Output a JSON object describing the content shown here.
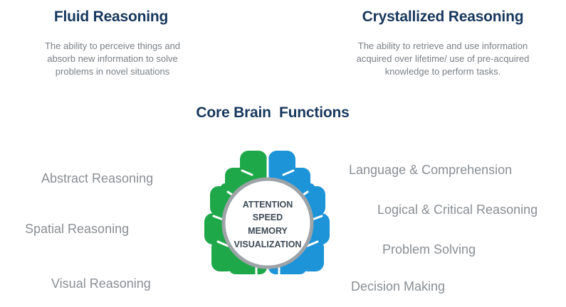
{
  "fluid": {
    "title": "Fluid Reasoning",
    "desc_lines": [
      "The ability to perceive things and",
      "absorb new information to solve",
      "problems in novel situations"
    ]
  },
  "crystallized": {
    "title": "Crystallized Reasoning",
    "desc_lines": [
      "The ability to retrieve and use information",
      "acquired over lifetime/ use of pre-acquired",
      "knowledge to perform tasks."
    ]
  },
  "core": {
    "title": "Core Brain  Functions",
    "center_words": [
      "ATTENTION",
      "SPEED",
      "MEMORY",
      "VISUALIZATION"
    ]
  },
  "left_functions": [
    "Abstract Reasoning",
    "Spatial Reasoning",
    "Visual Reasoning"
  ],
  "right_functions": [
    "Language & Comprehension",
    "Logical & Critical Reasoning",
    "Problem Solving",
    "Decision Making"
  ],
  "colors": {
    "heading": "#17375e",
    "left_hemisphere": "#1fa84a",
    "right_hemisphere": "#1d93d8",
    "center_ring": "#9ea3a8",
    "label_gray": "#8a8f94"
  }
}
